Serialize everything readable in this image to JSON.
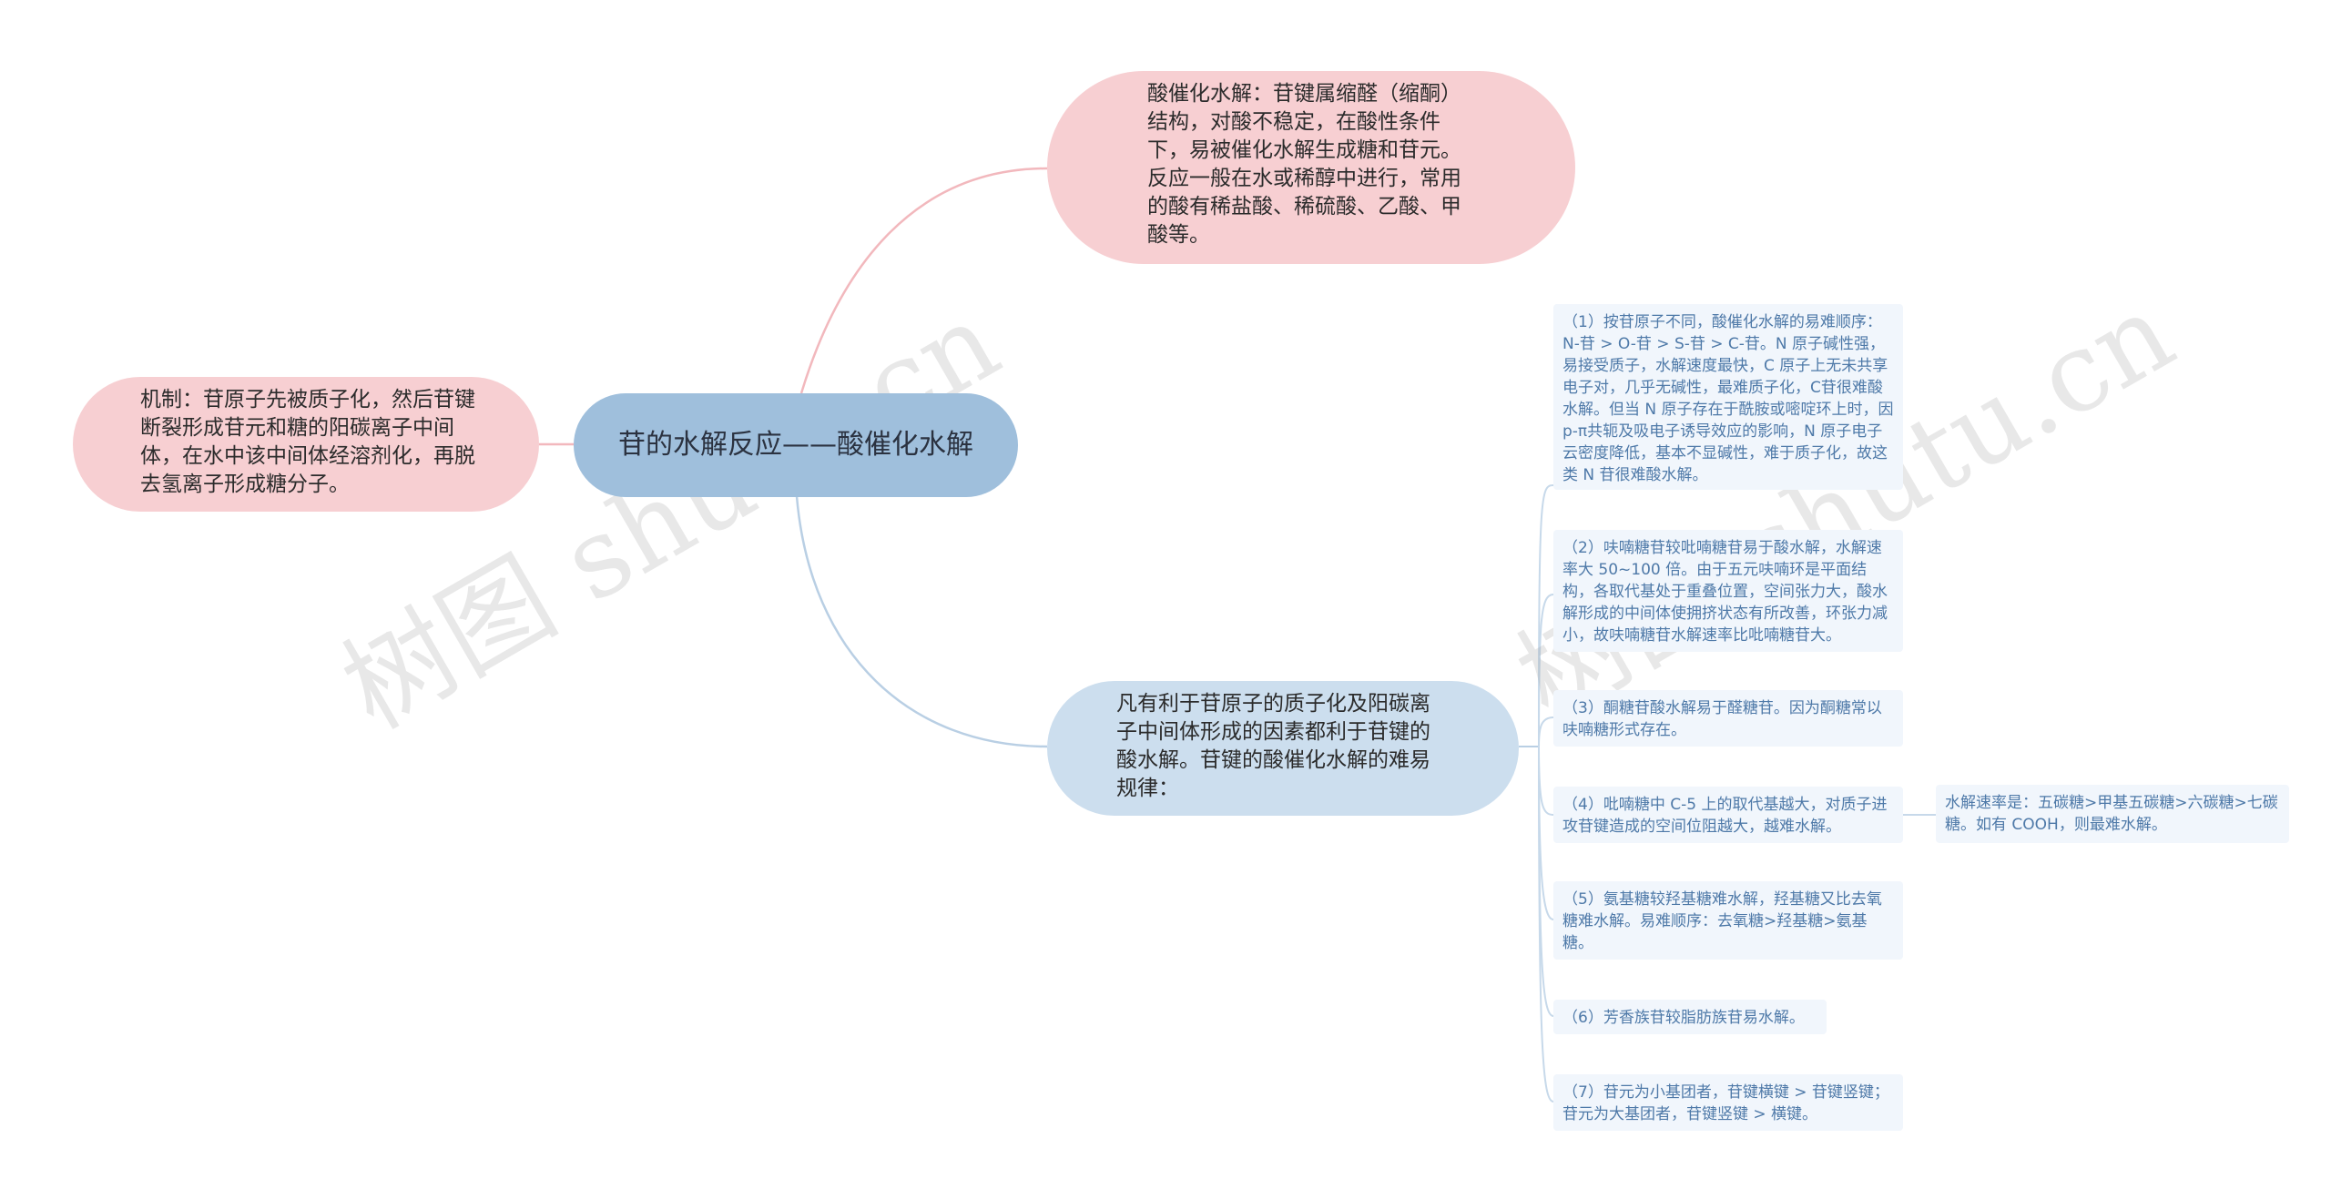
{
  "root": {
    "text": "苷的水解反应——酸催化水解"
  },
  "acid_node": {
    "text": "酸催化水解：苷键属缩醛（缩酮）结构，对酸不稳定，在酸性条件下，易被催化水解生成糖和苷元。反应一般在水或稀醇中进行，常用的酸有稀盐酸、稀硫酸、乙酸、甲酸等。"
  },
  "mechanism_node": {
    "text": "机制：苷原子先被质子化，然后苷键断裂形成苷元和糖的阳碳离子中间体，在水中该中间体经溶剂化，再脱去氢离子形成糖分子。"
  },
  "rules_node": {
    "text": "凡有利于苷原子的质子化及阳碳离子中间体形成的因素都利于苷键的酸水解。苷键的酸催化水解的难易规律："
  },
  "rules": [
    {
      "text": "（1）按苷原子不同，酸催化水解的易难顺序：N-苷 > O-苷 > S-苷 > C-苷。N 原子碱性强，易接受质子，水解速度最快，C 原子上无未共享电子对，几乎无碱性，最难质子化，C苷很难酸水解。但当 N 原子存在于酰胺或嘧啶环上时，因 p-π共轭及吸电子诱导效应的影响，N 原子电子云密度降低，基本不显碱性，难于质子化，故这类 N 苷很难酸水解。"
    },
    {
      "text": "（2）呋喃糖苷较吡喃糖苷易于酸水解，水解速率大 50~100 倍。由于五元呋喃环是平面结构，各取代基处于重叠位置，空间张力大，酸水解形成的中间体使拥挤状态有所改善，环张力减小，故呋喃糖苷水解速率比吡喃糖苷大。"
    },
    {
      "text": "（3）酮糖苷酸水解易于醛糖苷。因为酮糖常以呋喃糖形式存在。"
    },
    {
      "text": "（4）吡喃糖中 C-5 上的取代基越大，对质子进攻苷键造成的空间位阻越大，越难水解。"
    },
    {
      "text": "（5）氨基糖较羟基糖难水解，羟基糖又比去氧糖难水解。易难顺序：去氧糖>羟基糖>氨基糖。"
    },
    {
      "text": "（6）芳香族苷较脂肪族苷易水解。"
    },
    {
      "text": "（7）苷元为小基团者，苷键横键 > 苷键竖键；苷元为大基团者，苷键竖键 > 横键。"
    }
  ],
  "rule4_detail": {
    "text": "水解速率是：五碳糖>甲基五碳糖>六碳糖>七碳糖。如有 COOH，则最难水解。"
  },
  "watermarks": [
    "树图 shutu.cn",
    "树图 shutu.cn"
  ],
  "colors": {
    "root": "#9fbfdc",
    "pink_node": "#f7cfd2",
    "blue_node": "#ccdeee",
    "leaf_bg": "#f1f6fc",
    "leaf_text": "#4e79a8",
    "pink_line": "#f2b8bd",
    "blue_line": "#b9cfe4"
  }
}
